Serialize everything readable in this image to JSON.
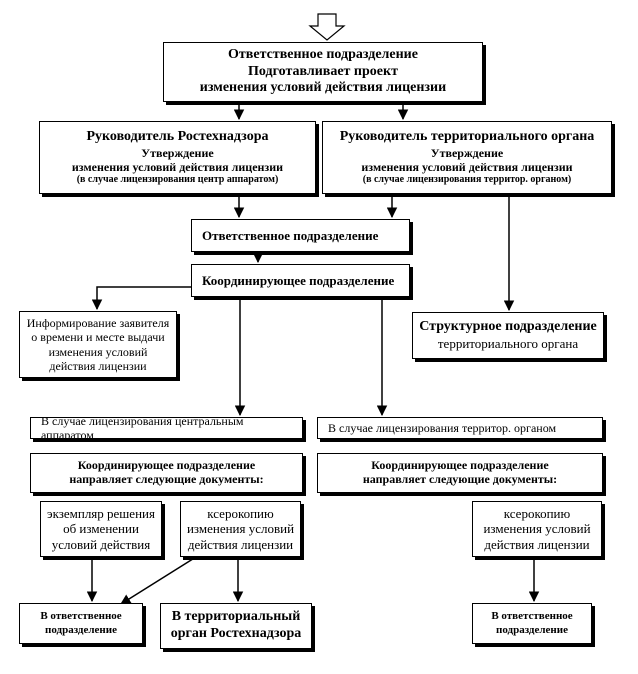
{
  "top": {
    "line1": "Ответственное подразделение",
    "line2": "Подготавливает проект",
    "line3": "изменения условий действия лицензии"
  },
  "head_central": {
    "title": "Руководитель Ростехнадзора",
    "line2": "Утверждение",
    "line3": "изменения условий действия лицензии",
    "note": "(в случае лицензирования центр аппаратом)"
  },
  "head_territorial": {
    "title": "Руководитель территориального органа",
    "line2": "Утверждение",
    "line3": "изменения условий действия лицензии",
    "note": "(в случае лицензирования территор. органом)"
  },
  "responsible": "Ответственное подразделение",
  "coordinating": "Координирующее подразделение",
  "inform": {
    "l1": "Информирование заявителя",
    "l2": "о времени и месте выдачи",
    "l3": "изменения условий",
    "l4": "действия лицензии"
  },
  "structural": {
    "l1": "Структурное подразделение",
    "l2": "территориального органа"
  },
  "case_central": "В случае лицензирования центральным аппаратом",
  "case_territorial": "В случае лицензирования территор. органом",
  "coord_left": {
    "l1": "Координирующее подразделение",
    "l2": "направляет следующие документы:"
  },
  "coord_right": {
    "l1": "Координирующее подразделение",
    "l2": "направляет следующие документы:"
  },
  "doc_decision": {
    "l1": "экземпляр решения",
    "l2": "об изменении",
    "l3": "условий действия"
  },
  "doc_copy_left": {
    "l1": "ксерокопию",
    "l2": "изменения условий",
    "l3": "действия лицензии"
  },
  "doc_copy_right": {
    "l1": "ксерокопию",
    "l2": "изменения условий",
    "l3": "действия лицензии"
  },
  "dest_left": {
    "l1": "В ответственное",
    "l2": "подразделение"
  },
  "dest_territorial": {
    "l1": "В территориальный",
    "l2": "орган Ростехнадзора"
  },
  "dest_right": {
    "l1": "В ответственное",
    "l2": "подразделение"
  }
}
